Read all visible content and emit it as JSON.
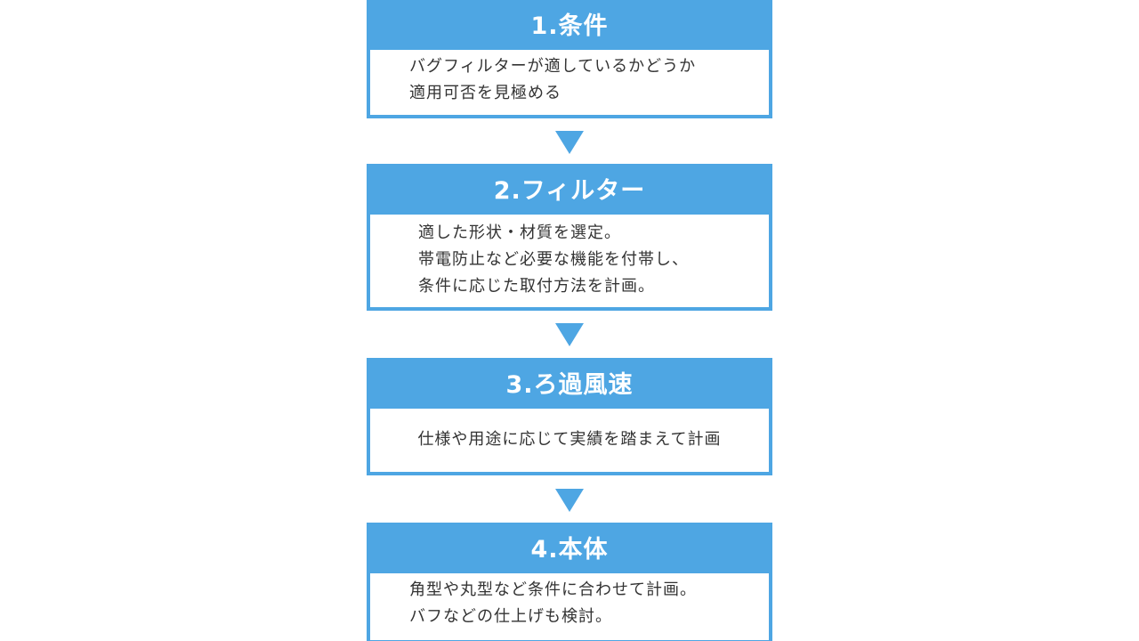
{
  "steps": [
    {
      "title": "1.条件",
      "lines": [
        "バグフィルターが適しているかどうか",
        "適用可否を見極める"
      ]
    },
    {
      "title": "2.フィルター",
      "lines": [
        "適した形状・材質を選定。",
        "帯電防止など必要な機能を付帯し、",
        "条件に応じた取付方法を計画。"
      ]
    },
    {
      "title": "3.ろ過風速",
      "lines": [
        "仕様や用途に応じて実績を踏まえて計画"
      ]
    },
    {
      "title": "4.本体",
      "lines": [
        "角型や丸型など条件に合わせて計画。",
        "バフなどの仕上げも検討。"
      ]
    }
  ],
  "colors": {
    "accent": "#4ea6e3",
    "text": "#333333",
    "background": "#ffffff"
  }
}
